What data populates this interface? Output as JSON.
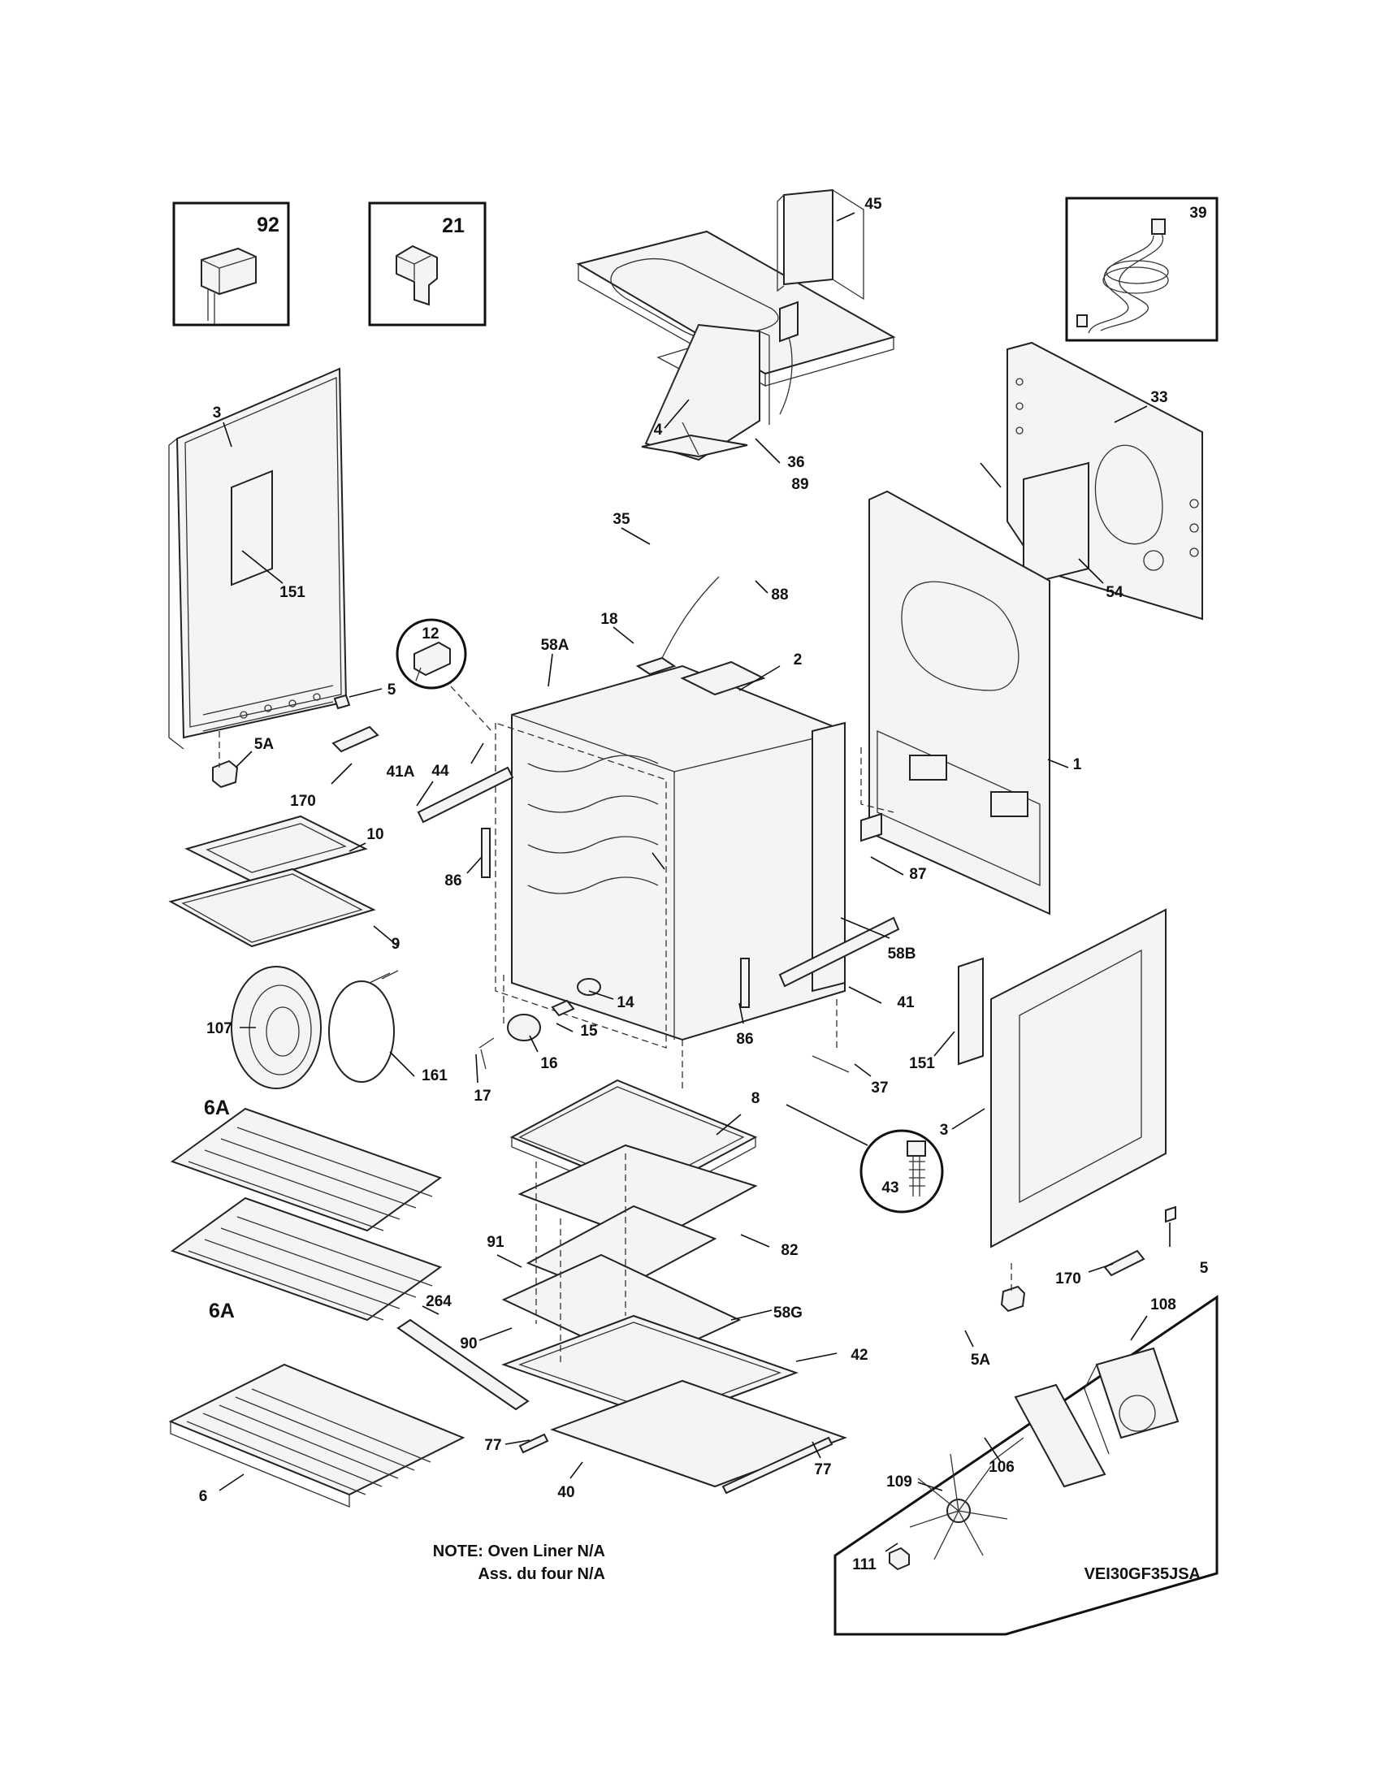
{
  "diagram": {
    "model_code": "VEI30GF35JSA",
    "note_line1": "NOTE: Oven Liner N/A",
    "note_line2": "Ass. du four N/A",
    "parts": [
      "92",
      "21",
      "39",
      "45",
      "4",
      "3",
      "151",
      "33",
      "36",
      "89",
      "35",
      "88",
      "54",
      "12",
      "18",
      "58A",
      "2",
      "5",
      "5A",
      "44",
      "170",
      "41A",
      "1",
      "10",
      "86",
      "87",
      "58B",
      "9",
      "107",
      "161",
      "14",
      "15",
      "16",
      "17",
      "86",
      "41",
      "37",
      "151",
      "3",
      "6A",
      "8",
      "43",
      "5",
      "91",
      "82",
      "170",
      "6A",
      "264",
      "58G",
      "90",
      "42",
      "5A",
      "108",
      "106",
      "77",
      "77",
      "40",
      "109",
      "6",
      "111"
    ]
  }
}
